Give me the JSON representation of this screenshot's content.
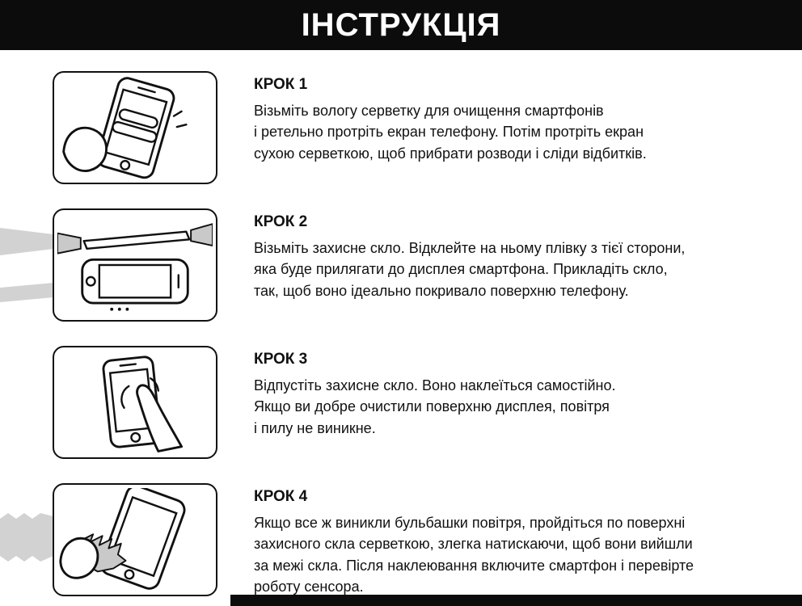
{
  "header": {
    "title": "ІНСТРУКЦІЯ"
  },
  "colors": {
    "header_bg": "#0c0c0c",
    "line_art": "#111111",
    "gray_fill": "#c9c9c9",
    "text": "#111111"
  },
  "steps": [
    {
      "title": "КРОК 1",
      "icon": "hand-wiping-phone-icon",
      "text": "Візьміть вологу серветку для очищення смартфонів\nі ретельно протріть екран телефону. Потім протріть екран\nсухою серветкою, щоб прибрати розводи і сліди відбитків."
    },
    {
      "title": "КРОК 2",
      "icon": "glass-alignment-icon",
      "text": "Візьміть захисне скло. Відклейте на ньому плівку з тієї сторони,\nяка буде прилягати до дисплея смартфона. Прикладіть скло,\nтак, щоб воно ідеально покривало поверхню телефону."
    },
    {
      "title": "КРОК 3",
      "icon": "finger-press-phone-icon",
      "text": "Відпустіть захисне скло. Воно наклеїться самостійно.\nЯкщо ви добре очистили поверхню дисплея, повітря\nі пилу не виникне."
    },
    {
      "title": "КРОК 4",
      "icon": "cloth-wipe-phone-icon",
      "text": "Якщо все ж виникли бульбашки повітря, пройдіться по поверхні\nзахисного скла серветкою, злегка натискаючи, щоб вони вийшли\nза межі скла. Після наклеювання включите смартфон і перевірте\nроботу сенсора."
    }
  ]
}
